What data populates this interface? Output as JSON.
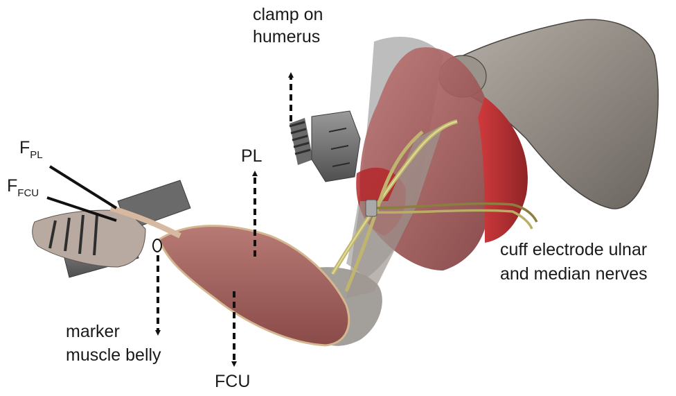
{
  "labels": {
    "clamp_line1": "clamp on",
    "clamp_line2": "humerus",
    "f_pl_main": "F",
    "f_pl_sub": "PL",
    "f_fcu_main": "F",
    "f_fcu_sub": "FCU",
    "pl": "PL",
    "fcu": "FCU",
    "marker_line1": "marker",
    "marker_line2": "muscle belly",
    "cuff_line1": "cuff electrode ulnar",
    "cuff_line2": "and median nerves"
  },
  "colors": {
    "bone": "#8e8780",
    "bone_dark": "#6d6862",
    "muscle": "#a24d4e",
    "muscle_bright": "#b8282c",
    "tendon": "#d6b9a0",
    "nerve": "#c9c080",
    "clamp": "#6e6e6e",
    "text": "#1a1a1a"
  }
}
